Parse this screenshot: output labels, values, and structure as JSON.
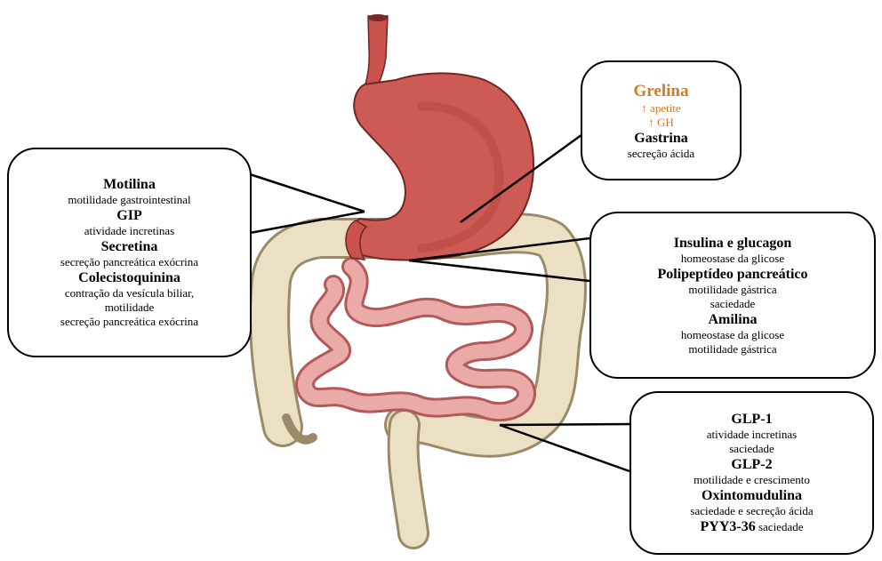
{
  "colors": {
    "ghrelin_text": "#d27a26",
    "stomach": "#c9524d",
    "colon": "#e8d8b8",
    "small_intestine": "#e6a1a0",
    "pancreas": "#e8c27e"
  },
  "callouts": {
    "left": {
      "hormones": [
        {
          "name": "Motilina",
          "effects": [
            "motilidade gastrointestinal"
          ]
        },
        {
          "name": "GIP",
          "effects": [
            "atividade incretinas"
          ]
        },
        {
          "name": "Secretina",
          "effects": [
            "secreção pancreática exócrina"
          ]
        },
        {
          "name": "Colecistoquinina",
          "effects": [
            "contração da vesícula biliar,",
            "motilidade",
            "secreção pancreática exócrina"
          ]
        }
      ]
    },
    "top": {
      "hormones": [
        {
          "name": "Grelina",
          "effects": [
            "↑ apetite",
            "↑ GH"
          ]
        },
        {
          "name": "Gastrina",
          "effects": [
            "secreção ácida"
          ]
        }
      ]
    },
    "middle": {
      "hormones": [
        {
          "name": "Insulina e glucagon",
          "effects": [
            "homeostase da glicose"
          ]
        },
        {
          "name": "Polipeptídeo pancreático",
          "effects": [
            "motilidade gástrica",
            "saciedade"
          ]
        },
        {
          "name": "Amilina",
          "effects": [
            "homeostase da glicose",
            "motilidade gástrica"
          ]
        }
      ]
    },
    "bottom": {
      "hormones": [
        {
          "name": "GLP-1",
          "effects": [
            "atividade incretinas",
            "saciedade"
          ]
        },
        {
          "name": "GLP-2",
          "effects": [
            "motilidade e crescimento"
          ]
        },
        {
          "name": "Oxintomudulina",
          "effects": [
            "saciedade e secreção ácida"
          ]
        },
        {
          "name": "PYY3-36",
          "effects": [
            "saciedade"
          ]
        }
      ]
    }
  }
}
